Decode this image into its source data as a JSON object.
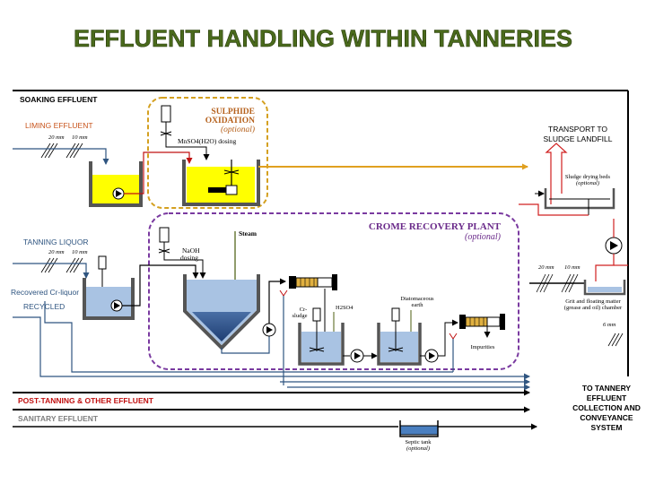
{
  "title": "EFFLUENT HANDLING WITHIN TANNERIES",
  "streams": {
    "soaking": "SOAKING EFFLUENT",
    "liming": "LIMING EFFLUENT",
    "tanning": "TANNING LIQUOR",
    "recovered": "Recovered Cr-liquor",
    "recycled": "RECYCLED",
    "post_tanning": "POST-TANNING & OTHER EFFLUENT",
    "sanitary": "SANITARY EFFLUENT"
  },
  "screens": {
    "liming": [
      "20 mm",
      "10 mm"
    ],
    "tanning": [
      "20 mm",
      "10 mm"
    ],
    "main": [
      "20 mm",
      "10 mm"
    ],
    "fine": "6 mm"
  },
  "sulphide": {
    "title1": "SULPHIDE",
    "title2": "OXIDATION",
    "optional": "(optional)",
    "dosing": "MnSO4(H2O) dosing"
  },
  "crome": {
    "title": "CROME RECOVERY PLANT",
    "optional": "(optional)",
    "steam": "Steam",
    "naoh1": "NaOH",
    "naoh2": "dosing",
    "cr_sludge1": "Cr-",
    "cr_sludge2": "sludge",
    "h2so4": "H2SO4",
    "diatom1": "Diatomaceous",
    "diatom2": "earth",
    "impurities": "Impurities"
  },
  "right": {
    "transport1": "TRANSPORT TO",
    "transport2": "SLUDGE LANDFILL",
    "drying": "Sludge drying beds",
    "drying_opt": "(optional)",
    "grit1": "Grit and floating matter",
    "grit2": "(grease and oil) chamber",
    "tannery1": "TO TANNERY",
    "tannery2": "EFFLUENT",
    "tannery3": "COLLECTION AND",
    "tannery4": "CONVEYANCE",
    "tannery5": "SYSTEM"
  },
  "septic": {
    "label": "Septic tank",
    "optional": "(optional)"
  },
  "colors": {
    "title": "#4a6a1c",
    "liming": "#c8541c",
    "tanning": "#2f5580",
    "post_tanning": "#c01010",
    "sanitary": "#808080",
    "sulphide_border": "#d4a020",
    "crome_border": "#7a3aa0",
    "yellow_liquid": "#ffff00",
    "blue_liquid": "#a9c3e3",
    "steam": "#6a7a3a",
    "orange_pipe": "#e0a020",
    "transport_pipe": "#d02020"
  }
}
